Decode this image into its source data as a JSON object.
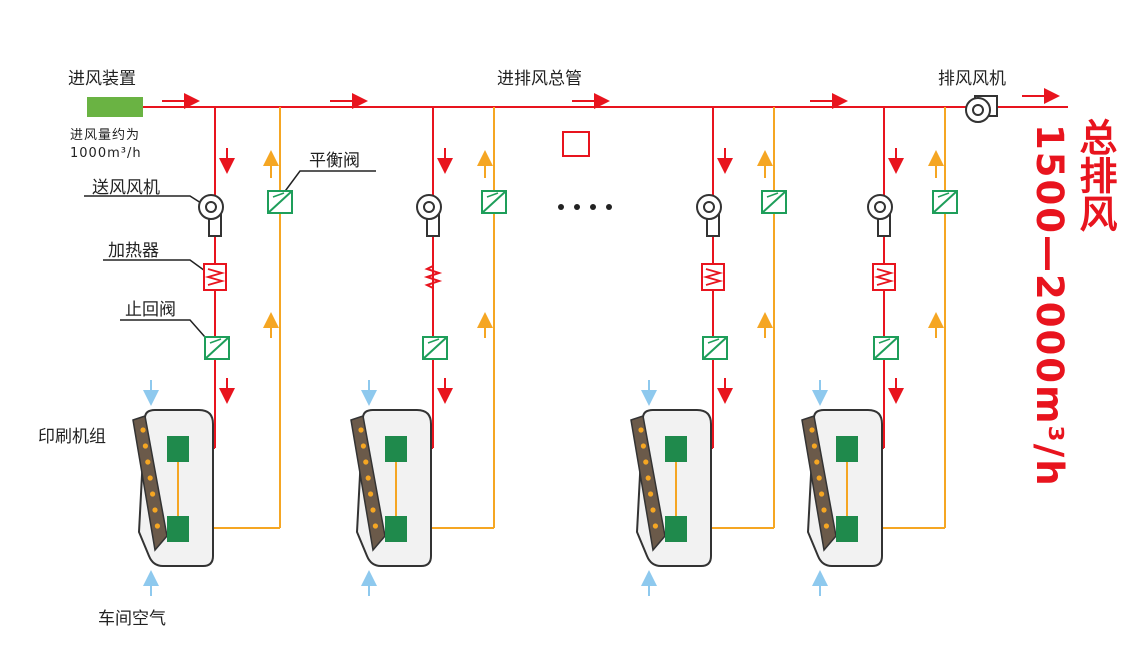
{
  "labels": {
    "intake_device": "进风装置",
    "intake_volume": "进风量约为",
    "intake_value": "1000m³/h",
    "main_duct": "进排风总管",
    "exhaust_fan": "排风风机",
    "supply_fan": "送风风机",
    "heater": "加热器",
    "check_valve": "止回阀",
    "balance_valve": "平衡阀",
    "printing_unit": "印刷机组",
    "workshop_air": "车间空气"
  },
  "total_exhaust": {
    "title": "总排风",
    "value": "1500—2000m³/h"
  },
  "colors": {
    "supply_line": "#e8141e",
    "return_line": "#f5a623",
    "valve": "#1e9e5a",
    "intake_block": "#6ab343",
    "printer_block": "#1f8a4c",
    "air_arrow": "#8ec9ee"
  },
  "units_count": 4
}
